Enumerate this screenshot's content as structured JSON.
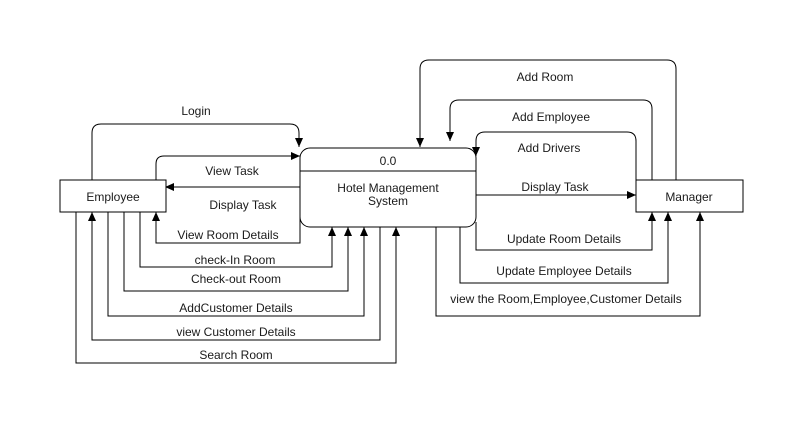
{
  "diagram": {
    "process": {
      "number": "0.0",
      "name_line1": "Hotel Management",
      "name_line2": "System"
    },
    "entities": {
      "employee": "Employee",
      "manager": "Manager"
    },
    "flows": {
      "login": "Login",
      "view_task": "View Task",
      "display_task_emp": "Display Task",
      "view_room_details": "View Room Details",
      "check_in": "check-In Room",
      "check_out": "Check-out Room",
      "add_customer": "AddCustomer Details",
      "view_customer": "view Customer Details",
      "search_room": "Search Room",
      "add_room": "Add Room",
      "add_employee": "Add Employee",
      "add_drivers": "Add Drivers",
      "display_task_mgr": "Display Task",
      "update_room": "Update Room Details",
      "update_employee": "Update Employee Details",
      "view_all": "view the Room,Employee,Customer Details"
    },
    "colors": {
      "line": "#000000",
      "background": "#ffffff"
    }
  }
}
